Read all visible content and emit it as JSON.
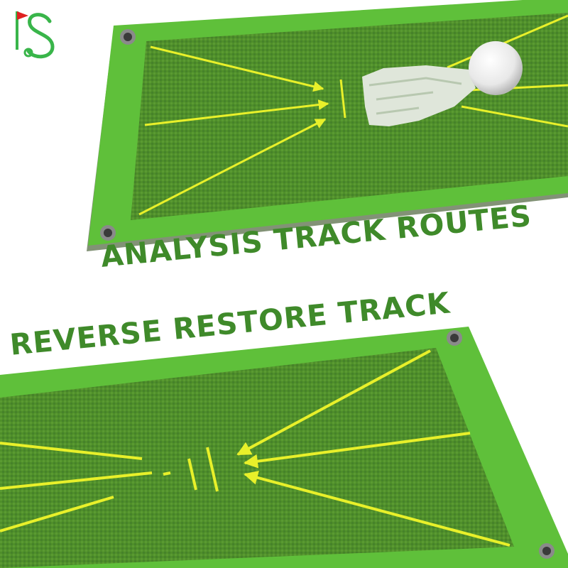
{
  "brand": {
    "logo": "1s-golf-flag-logo"
  },
  "captions": {
    "top": "ANALYSIS TRACK ROUTES",
    "bottom": "REVERSE RESTORE TRACK"
  },
  "colors": {
    "mat_border": "#5fc03a",
    "mat_turf": "#4f8f2a",
    "track_lines": "#e8f02a",
    "caption": "#3f8a2a",
    "logo_green": "#39b54a",
    "logo_red": "#e02020"
  },
  "icons": [
    "golf-ball-icon",
    "grommet-icon",
    "arrow-icon",
    "flag-icon"
  ]
}
